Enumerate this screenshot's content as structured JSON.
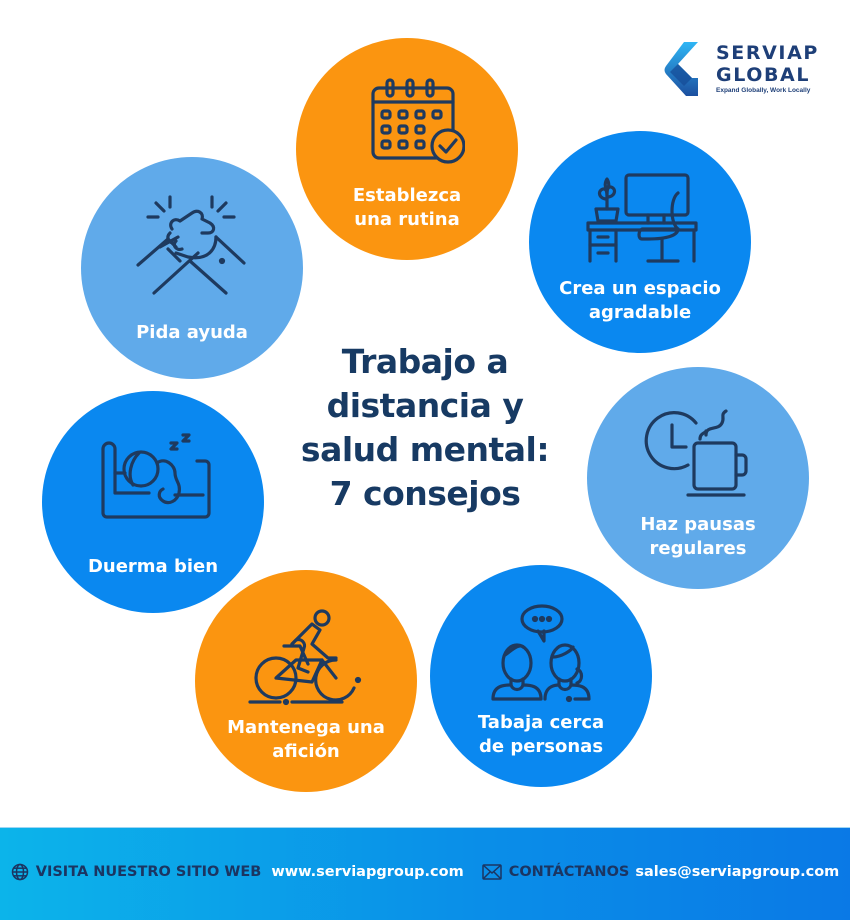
{
  "brand": {
    "name_line1": "SERVIAP",
    "name_line2": "GLOBAL",
    "tagline": "Expand Globally, Work Locally",
    "colors": {
      "navy": "#173a63",
      "orange": "#fb9510",
      "blue": "#0a88f0",
      "light_blue": "#60aaea"
    }
  },
  "title": {
    "line1": "Trabajo a",
    "line2": "distancia y",
    "line3": "salud mental:",
    "line4": "7 consejos"
  },
  "tips": [
    {
      "label_line1": "Establezca",
      "label_line2": "una rutina",
      "icon": "calendar-check-icon",
      "color": "orange"
    },
    {
      "label_line1": "Crea un espacio",
      "label_line2": "agradable",
      "icon": "desk-workspace-icon",
      "color": "blue"
    },
    {
      "label_line1": "Haz pausas",
      "label_line2": "regulares",
      "icon": "clock-coffee-icon",
      "color": "light_blue"
    },
    {
      "label_line1": "Tabaja cerca",
      "label_line2": "de personas",
      "icon": "people-chat-icon",
      "color": "blue"
    },
    {
      "label_line1": "Mantenega una",
      "label_line2": "afición",
      "icon": "cyclist-icon",
      "color": "orange"
    },
    {
      "label_line1": "Duerma bien",
      "label_line2": "",
      "icon": "sleeping-bed-icon",
      "color": "blue"
    },
    {
      "label_line1": "Pida ayuda",
      "label_line2": "",
      "icon": "handshake-icon",
      "color": "light_blue"
    }
  ],
  "footer": {
    "website_label": "VISITA NUESTRO SITIO WEB",
    "website_value": "www.serviapgroup.com",
    "contact_label": "CONTÁCTANOS",
    "contact_value": "sales@serviapgroup.com"
  }
}
